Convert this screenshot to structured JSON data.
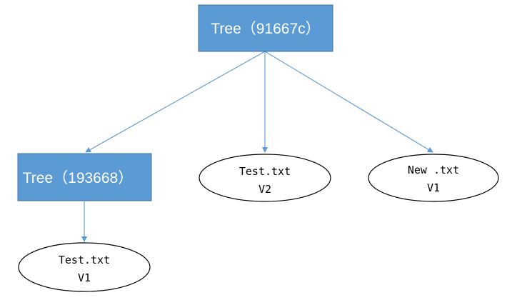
{
  "nodes": {
    "root_tree": {
      "label": "Tree（91667c）"
    },
    "sub_tree": {
      "label": "Tree（193668）"
    },
    "blob_test_v2": {
      "filename": "Test.txt",
      "version": "V2"
    },
    "blob_new_v1": {
      "filename": "New .txt",
      "version": "V1"
    },
    "blob_test_v1": {
      "filename": "Test.txt",
      "version": "V1"
    }
  },
  "colors": {
    "tree_fill": "#5b9bd5",
    "tree_border": "#41719c",
    "tree_text": "#ffffff",
    "edge": "#5b9bd5",
    "blob_border": "#000000"
  }
}
